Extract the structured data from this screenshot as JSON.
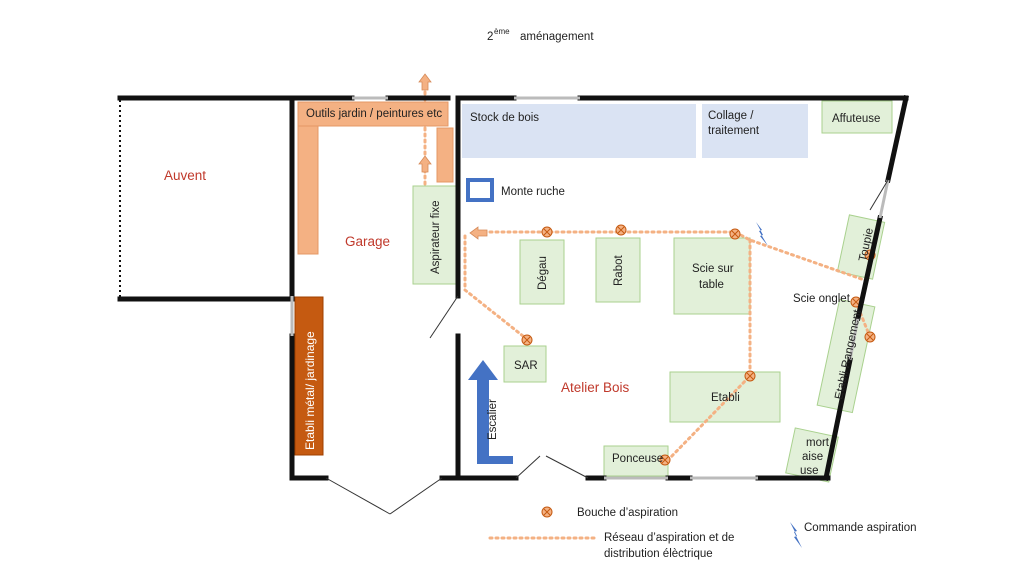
{
  "title": {
    "main": "2",
    "sup": "ème",
    "rest": "aménagement"
  },
  "rooms": {
    "auvent": "Auvent",
    "garage": "Garage",
    "atelier": "Atelier Bois"
  },
  "zones": {
    "outils": "Outils jardin / peintures etc",
    "etabli_metal": "Etabli métal/ jardinage",
    "stock": "Stock de bois",
    "collage_l1": "Collage /",
    "collage_l2": "traitement",
    "affuteuse": "Affuteuse",
    "monte_ruche": "Monte ruche",
    "aspirateur": "Aspirateur fixe",
    "degau": "Dégau",
    "rabot": "Rabot",
    "scie_l1": "Scie sur",
    "scie_l2": "table",
    "toupie": "Toupie",
    "scie_onglet": "Scie onglet",
    "etabli_rangement": "Etabli Rangement",
    "sar": "SAR",
    "escalier": "Escalier",
    "etabli": "Etabli",
    "ponceuse": "Ponceuse",
    "mortaise_l1": "mort",
    "mortaise_l2": "aise",
    "mortaise_l3": "use"
  },
  "legend": {
    "bouche": "Bouche d’aspiration",
    "reseau_l1": "Réseau d’aspiration et de",
    "reseau_l2": "distribution élèctrique",
    "commande": "Commande  aspiration"
  },
  "colors": {
    "wall": "#111111",
    "orange_fill": "#f4b183",
    "orange_dark": "#c55a11",
    "green_fill": "#e2f0d9",
    "green_stroke": "#a9d18e",
    "blue_fill": "#dae3f3",
    "blue_accent": "#4472c4",
    "dot_line": "#f4b183",
    "room_label": "#c0392b"
  }
}
